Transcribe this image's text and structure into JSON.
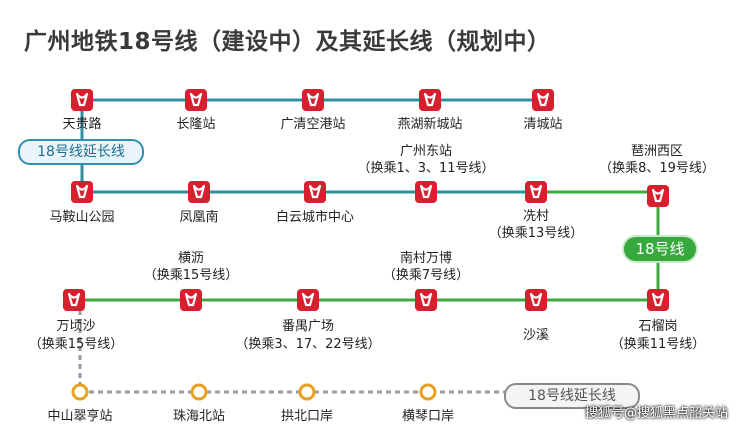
{
  "title": "广州地铁18号线（建设中）及其延长线（规划中）",
  "colors": {
    "teal_line": "#2f8fa0",
    "green_line": "#3aab3e",
    "gray_line": "#9a9a9a",
    "station_red": "#d6202f",
    "planned_station": "#e8a020"
  },
  "icon_name": "guangzhou-metro-logo-icon",
  "stations": {
    "tianguilu": "天贵路",
    "changlong": "长隆站",
    "guangqing_airport": "广清空港站",
    "yanhu_newtown": "燕湖新城站",
    "qingcheng": "清城站",
    "maanshan_park": "马鞍山公园",
    "fenghuangnan": "凤凰南",
    "baiyun_center": "白云城市中心",
    "guangzhou_east": "广州东站",
    "guangzhou_east_transfer": "（换乘1、3、11号线）",
    "xiancun": "冼村",
    "xiancun_transfer": "（换乘13号线）",
    "pazhou_west": "琶洲西区",
    "pazhou_west_transfer": "（换乘8、19号线）",
    "wanqingsha": "万顷沙",
    "wanqingsha_transfer": "（换乘15号线）",
    "hengli": "横沥",
    "hengli_transfer": "（换乘15号线）",
    "panyu_square": "番禺广场",
    "panyu_square_transfer": "（换乘3、17、22号线）",
    "nancun_wanbo": "南村万博",
    "nancun_wanbo_transfer": "（换乘7号线）",
    "shaxi": "沙溪",
    "shiliugang": "石榴岗",
    "shiliugang_transfer": "（换乘11号线）",
    "zhongshan_cuiheng": "中山翠亨站",
    "zhuhai_north": "珠海北站",
    "gongbei_port": "拱北口岸",
    "hengqin_port": "横琴口岸"
  },
  "badges": {
    "extension_north": "18号线延长线",
    "line18": "18号线",
    "extension_south": "18号线延长线"
  },
  "watermark": "搜狐号@搜狐黑点韶关站"
}
